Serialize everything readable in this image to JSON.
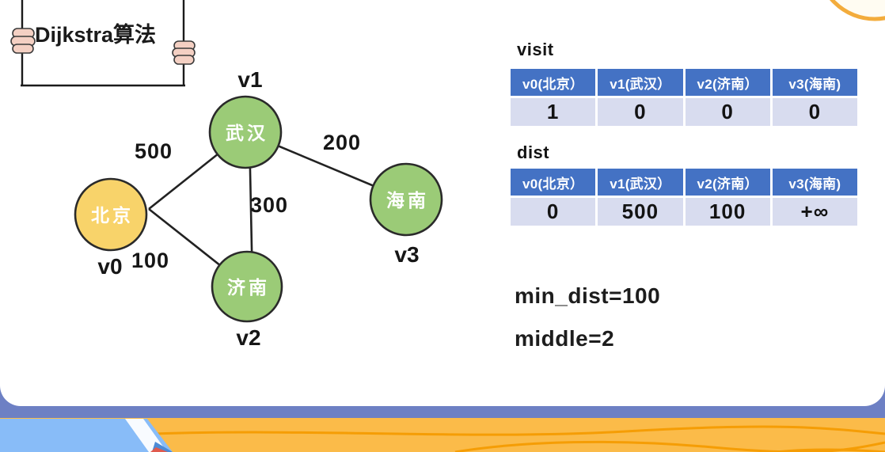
{
  "sign": {
    "title": "Dijkstra算法"
  },
  "graph": {
    "nodes": [
      {
        "id_label": "v0",
        "city": "北京",
        "role": "start"
      },
      {
        "id_label": "v1",
        "city": "武汉",
        "role": "default"
      },
      {
        "id_label": "v2",
        "city": "济南",
        "role": "default"
      },
      {
        "id_label": "v3",
        "city": "海南",
        "role": "default"
      }
    ],
    "edges": [
      {
        "from": "v0",
        "to": "v1",
        "weight": "500"
      },
      {
        "from": "v0",
        "to": "v2",
        "weight": "100"
      },
      {
        "from": "v1",
        "to": "v2",
        "weight": "300"
      },
      {
        "from": "v1",
        "to": "v3",
        "weight": "200"
      }
    ],
    "edge_weights": {
      "v0_v1": "500",
      "v0_v2": "100",
      "v1_v2": "300",
      "v1_v3": "200"
    }
  },
  "visit_table": {
    "label": "visit",
    "headers": [
      "v0(北京）",
      "v1(武汉）",
      "v2(济南）",
      "v3(海南)"
    ],
    "values": [
      "1",
      "0",
      "0",
      "0"
    ]
  },
  "dist_table": {
    "label": "dist",
    "headers": [
      "v0(北京）",
      "v1(武汉）",
      "v2(济南）",
      "v3(海南)"
    ],
    "values": [
      "0",
      "500",
      "100",
      "+∞"
    ]
  },
  "status": {
    "min_dist": "min_dist=100",
    "middle": "middle=2"
  },
  "colors": {
    "start_node": "#F8D36A",
    "default_node": "#9BCB77",
    "node_border": "#2A2A2A",
    "table_header": "#4472C4",
    "table_row": "#D8DCEF",
    "footer_band": "#6D80C4",
    "desk": "#FBBB49",
    "desk_grain": "#F59D05",
    "book_blue": "#88BCF8",
    "arc_orange": "#F3AC3C"
  }
}
